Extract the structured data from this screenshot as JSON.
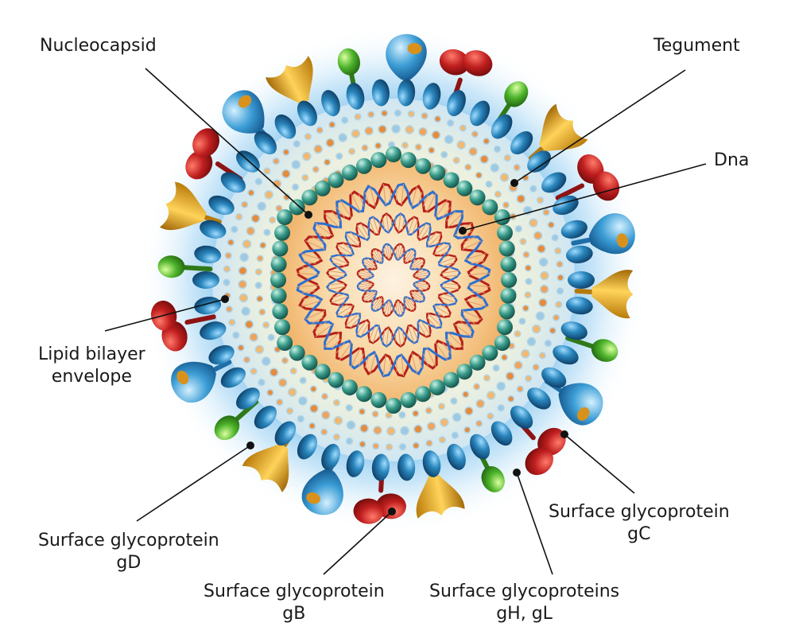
{
  "labels": {
    "nucleocapsid": "Nucleocapsid",
    "tegument": "Tegument",
    "dna": "Dna",
    "lipid_line1": "Lipid bilayer",
    "lipid_line2": "envelope",
    "gd_line1": "Surface glycoprotein",
    "gd_line2": "gD",
    "gb_line1": "Surface glycoprotein",
    "gb_line2": "gB",
    "ghgl_line1": "Surface glycoproteins",
    "ghgl_line2": "gH, gL",
    "gc_line1": "Surface glycoprotein",
    "gc_line2": "gC"
  },
  "colors": {
    "envelope_bead": "#1f78a8",
    "capsid_bead": "#2f8f82",
    "glycoprotein_red": "#b31e1e",
    "glycoprotein_gold": "#d9a21a",
    "glycoprotein_green": "#46a82a",
    "glycoprotein_blue": "#3f9fd8",
    "halo": "#7fc4ee",
    "dna_red": "#b5201a",
    "dna_blue": "#2d6fd0",
    "core": "#f6c88a",
    "pointer": "#111111"
  }
}
